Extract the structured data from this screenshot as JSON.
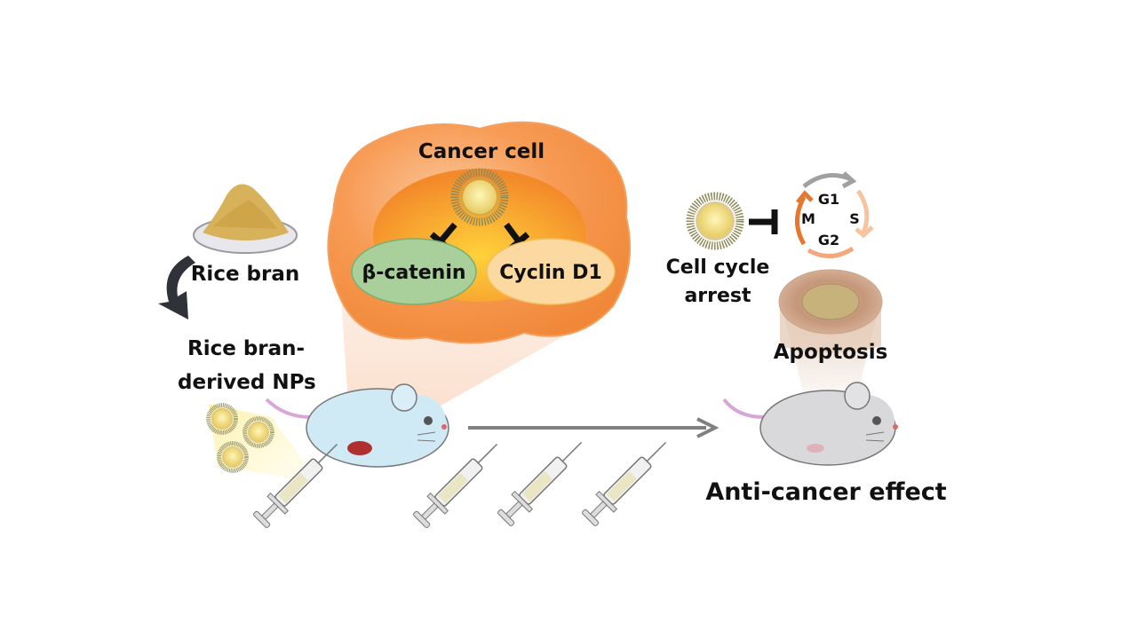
{
  "labels": {
    "rice_bran": "Rice bran",
    "rice_bran_np_line1": "Rice bran-",
    "rice_bran_np_line2": "derived NPs",
    "cancer_cell": "Cancer cell",
    "beta_catenin": "β-catenin",
    "cyclin_d1": "Cyclin D1",
    "cell_cycle_line1": "Cell cycle",
    "cell_cycle_line2": "arrest",
    "apoptosis": "Apoptosis",
    "anti_cancer": "Anti-cancer effect"
  },
  "cell_cycle_phases": {
    "g1": "G1",
    "s": "S",
    "g2": "G2",
    "m": "M"
  },
  "colors": {
    "cell_orange": "#f59a4a",
    "nucleus": "#f7a23a",
    "beta_catenin_fill": "#a9cf9a",
    "cyclin_fill": "#fbd9a0",
    "mouse_treated": "#cfe9f5",
    "mouse_result": "#d9d9dc",
    "arrow_gray": "#808080"
  }
}
